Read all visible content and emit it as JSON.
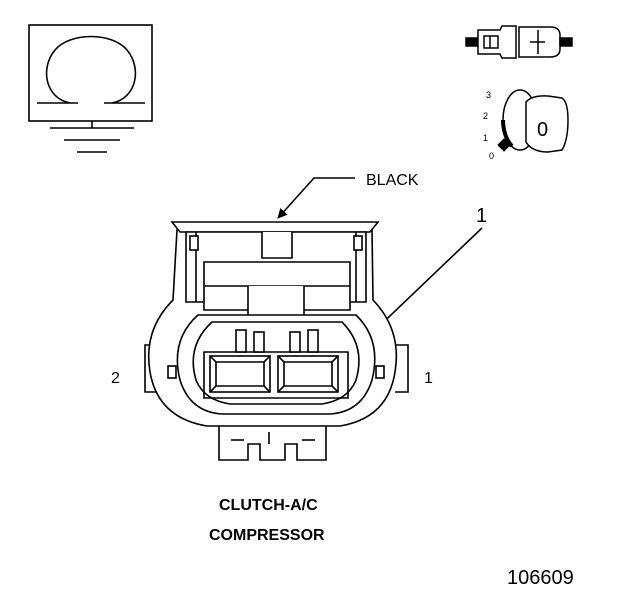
{
  "callouts": {
    "connector_color": "BLACK",
    "item_number": "1"
  },
  "pins": {
    "left": "2",
    "right": "1"
  },
  "caption": {
    "line1": "CLUTCH-A/C",
    "line2": "COMPRESSOR"
  },
  "figure_number": "106609",
  "key_position": {
    "positions": [
      "3",
      "2",
      "1",
      "0"
    ],
    "key_label": "0"
  },
  "icons": {
    "meter_symbol": "ohm-meter-ground-icon",
    "connector_state": "disconnected-connector-icon",
    "ignition": "ignition-key-icon"
  }
}
